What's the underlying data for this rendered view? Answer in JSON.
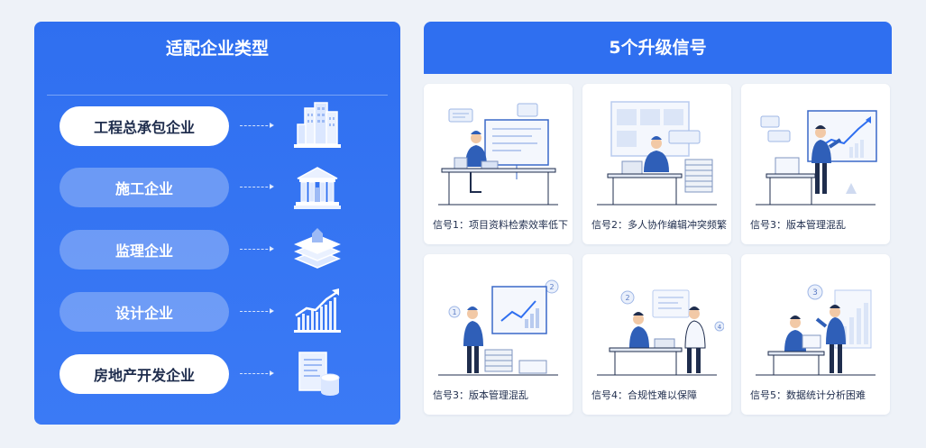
{
  "left": {
    "title": "适配企业类型",
    "items": [
      {
        "label": "工程总承包企业",
        "icon": "office-buildings-icon"
      },
      {
        "label": "施工企业",
        "icon": "institution-building-icon"
      },
      {
        "label": "监理企业",
        "icon": "layered-stack-icon"
      },
      {
        "label": "设计企业",
        "icon": "growth-chart-icon"
      },
      {
        "label": "房地产开发企业",
        "icon": "document-database-icon"
      }
    ]
  },
  "right": {
    "title": "5个升级信号",
    "cards": [
      {
        "label": "信号1：项目资料检索效率低下"
      },
      {
        "label": "信号2：多人协作编辑冲突频繁"
      },
      {
        "label": "信号3：版本管理混乱"
      },
      {
        "label": "信号3：版本管理混乱",
        "badges": [
          "1",
          "2"
        ]
      },
      {
        "label": "信号4：合规性难以保障",
        "badges": [
          "2",
          "4"
        ]
      },
      {
        "label": "信号5：数据统计分析困难",
        "badges": [
          "3"
        ]
      }
    ]
  },
  "colors": {
    "primary": "#2f6ff0",
    "text": "#1f2d4d",
    "background": "#eef2f8"
  }
}
